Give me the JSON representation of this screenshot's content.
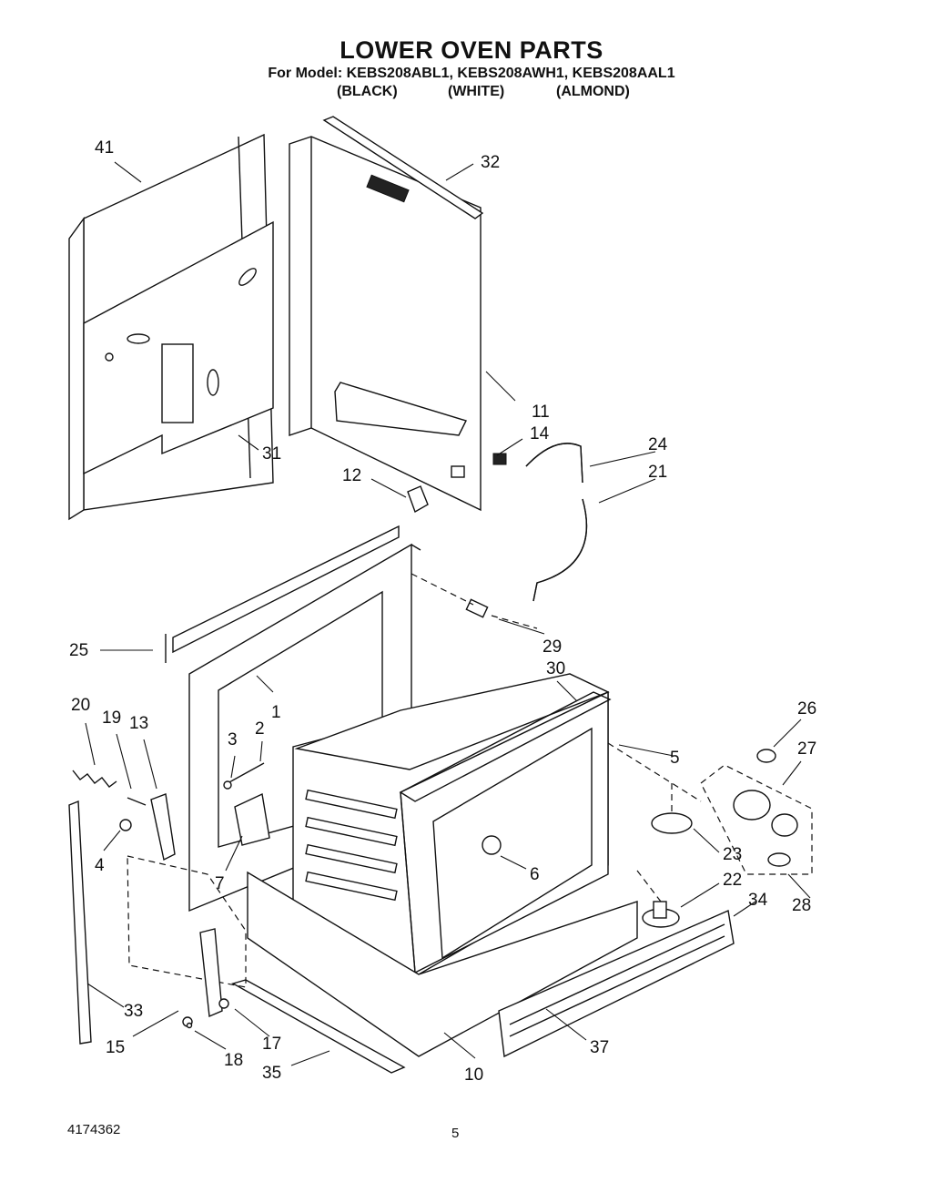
{
  "header": {
    "title": "LOWER OVEN PARTS",
    "model_line": "For Model: KEBS208ABL1, KEBS208AWH1, KEBS208AAL1",
    "variants": [
      "(BLACK)",
      "(WHITE)",
      "(ALMOND)"
    ]
  },
  "callouts": [
    "41",
    "32",
    "11",
    "14",
    "24",
    "21",
    "12",
    "31",
    "25",
    "29",
    "30",
    "1",
    "20",
    "19",
    "13",
    "3",
    "2",
    "26",
    "27",
    "5",
    "4",
    "7",
    "6",
    "23",
    "22",
    "34",
    "28",
    "33",
    "15",
    "17",
    "18",
    "35",
    "10",
    "37"
  ],
  "footer": {
    "doc_number": "4174362",
    "page_number": "5"
  }
}
